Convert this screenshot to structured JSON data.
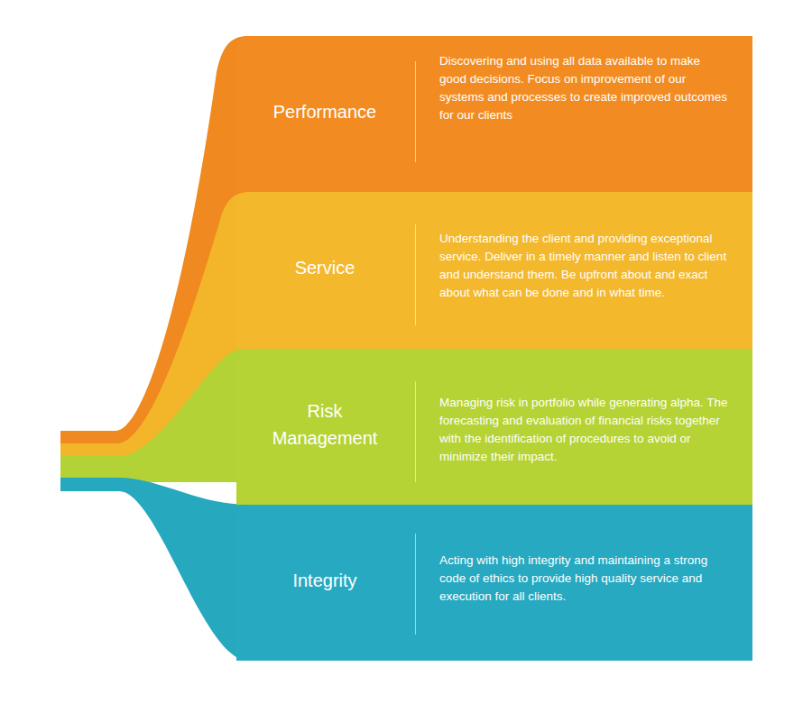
{
  "diagram": {
    "nodes": [
      {
        "text": [
          "Performance",
          "Discovering and using all data available to make good decisions. Focus on improvement of our systems and processes to create improved outcomes for our clients"
        ]
      },
      {
        "text": [
          "Service",
          "Understanding the client and providing exceptional service. Deliver in a timely manner and listen to client and understand them. Be upfront about and exact about what can be done and in what time."
        ]
      },
      {
        "text": [
          "Risk Management",
          "Managing risk in portfolio while generating alpha. The forecasting and evaluation of financial risks together with the identification of procedures to avoid or minimize their impact."
        ]
      },
      {
        "text": [
          "Integrity",
          "Acting with high integrity and maintaining a strong code of ethics to provide high quality service and execution for all clients."
        ]
      }
    ]
  }
}
